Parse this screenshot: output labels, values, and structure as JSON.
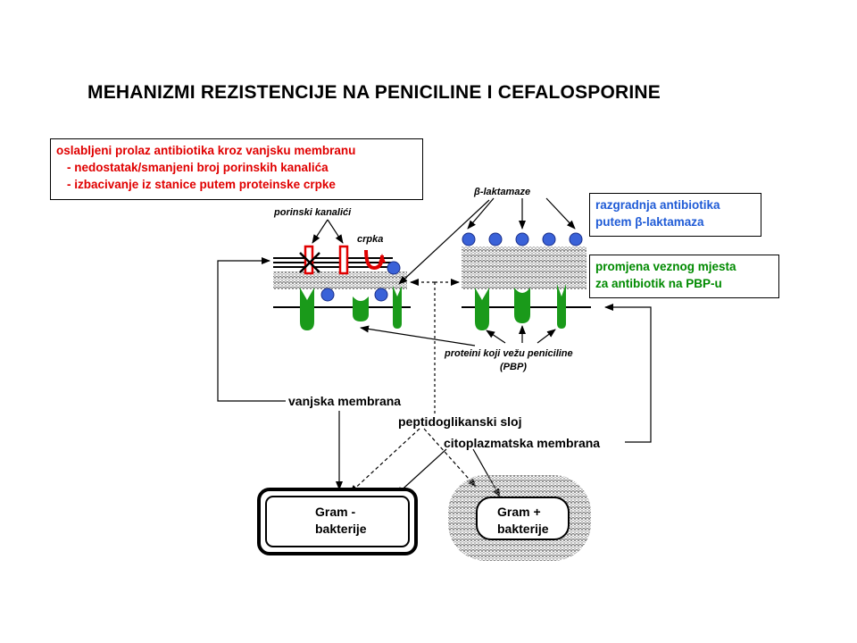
{
  "title": "MEHANIZMI REZISTENCIJE NA PENICILINE I CEFALOSPORINE",
  "boxes": {
    "outer_membrane": {
      "line1": "oslabljeni prolaz antibiotika kroz vanjsku membranu",
      "line2": "- nedostatak/smanjeni broj porinskih kanalića",
      "line3": "- izbacivanje iz stanice putem proteinske crpke"
    },
    "beta_lactamase": {
      "line1": "razgradnja antibiotika",
      "line2": "putem β-laktamaza"
    },
    "pbp_change": {
      "line1": "promjena veznog mjesta",
      "line2": "za antibiotik na PBP-u"
    }
  },
  "labels": {
    "porin": "porinski kanalići",
    "pump": "crpka",
    "beta_lactamases": "β-laktamaze",
    "pbp_line1": "proteini koji vežu peniciline",
    "pbp_line2": "(PBP)",
    "outer_membrane": "vanjska membrana",
    "peptidoglycan": "peptidoglikanski sloj",
    "cytoplasmic": "citoplazmatska membrana"
  },
  "gram": {
    "negative_line1": "Gram -",
    "negative_line2": "bakterije",
    "positive_line1": "Gram +",
    "positive_line2": "bakterije"
  },
  "colors": {
    "red": "#e00000",
    "blue": "#1f5bd6",
    "green": "#008a00",
    "pbp_green": "#1a9a1a",
    "beta_lactam_blue": "#3a62d8"
  }
}
